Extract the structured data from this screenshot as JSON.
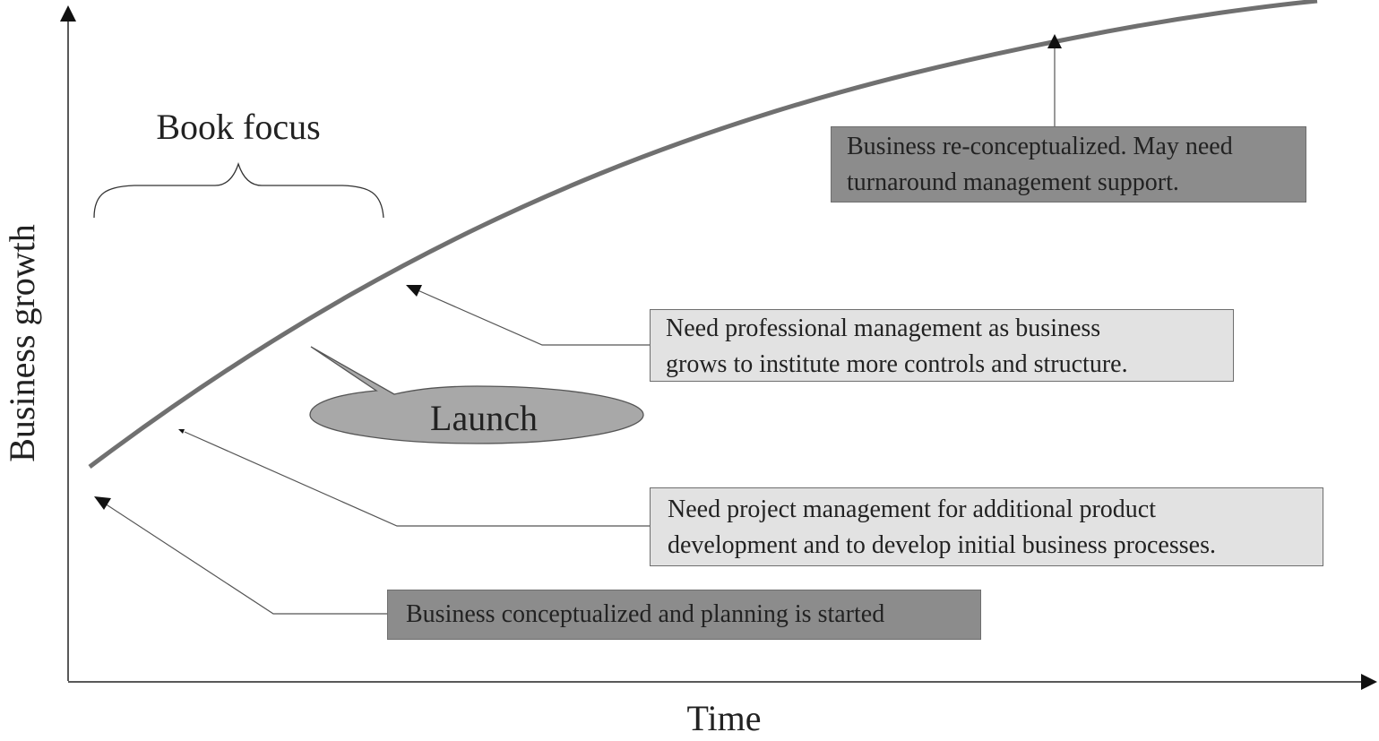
{
  "diagram": {
    "x_axis_label": "Time",
    "y_axis_label": "Business growth",
    "brace_label": "Book focus",
    "bubble_label": "Launch",
    "boxes": {
      "reconceptualized": {
        "line1": "Business re-conceptualized. May need",
        "line2": "turnaround management support."
      },
      "professional": {
        "line1": "Need professional management as business",
        "line2": "grows to institute more controls and structure."
      },
      "project": {
        "line1": "Need project management for additional product",
        "line2": "development and to develop initial business processes."
      },
      "conceptualized": {
        "line1": "Business conceptualized and planning is started"
      }
    },
    "colors": {
      "dark_box": "#8c8c8c",
      "light_box": "#e2e2e2",
      "curve": "#707070",
      "bubble": "#a8a8a8"
    }
  }
}
